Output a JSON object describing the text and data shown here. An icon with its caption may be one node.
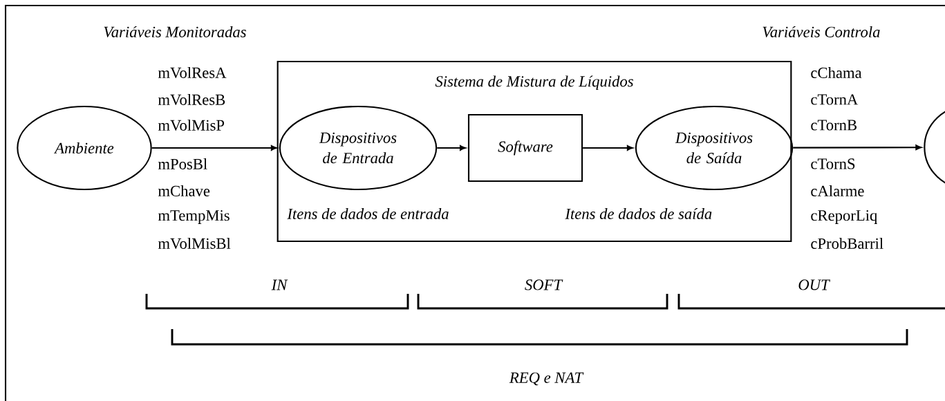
{
  "diagram": {
    "nodes": [
      {
        "text": [
          "Ambiente"
        ]
      },
      {
        "text": [
          "Sistema de Mistura de Líquidos"
        ]
      },
      {
        "text": [
          "Dispositivos de Entrada"
        ],
        "in": 1
      },
      {
        "text": [
          "Software"
        ],
        "in": 1
      },
      {
        "text": [
          "Dispositivos de Saída"
        ],
        "in": 1
      },
      {
        "text": [],
        "shape": "circle"
      }
    ],
    "edges": [
      {
        "from": 0,
        "to": 2,
        "arrow": "to"
      },
      {
        "from": 2,
        "to": 3,
        "arrow": "to"
      },
      {
        "from": 3,
        "to": 4,
        "arrow": "to"
      },
      {
        "from": 4,
        "to": 5,
        "arrow": "to"
      }
    ],
    "labels": [
      "Variáveis Monitoradas",
      "Variáveis Controla",
      "mVolResA",
      "mVolResB",
      "mVolMisP",
      "mPosBl",
      "mChave",
      "mTempMis",
      "mVolMisBl",
      "cChama",
      "cTornA",
      "cTornB",
      "cTornS",
      "cAlarme",
      "cReporLiq",
      "cProbBarril",
      "Itens de dados de entrada",
      "Itens de dados de saída",
      "IN",
      "SOFT",
      "OUT",
      "REQ e NAT"
    ]
  }
}
